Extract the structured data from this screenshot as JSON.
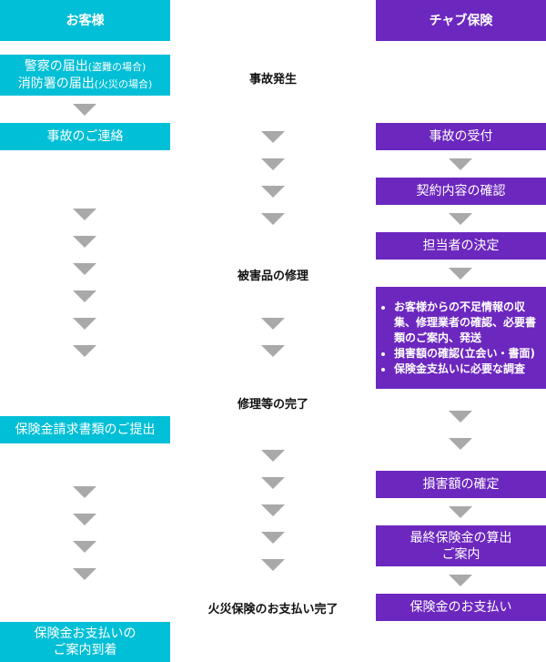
{
  "left": {
    "header": "お客様",
    "report_line1": "警察の届出",
    "report_note1": "(盗難の場合)",
    "report_line2": "消防署の届出",
    "report_note2": "(火災の場合)",
    "contact": "事故のご連絡",
    "claim_docs": "保険金請求書類のご提出",
    "payment_notice": [
      "保険金お支払いの",
      "ご案内到着"
    ]
  },
  "middle": {
    "accident": "事故発生",
    "repair": "被害品の修理",
    "repair_done": "修理等の完了",
    "payment_done": "火災保険のお支払い完了"
  },
  "right": {
    "header": "チャブ保険",
    "receipt": "事故の受付",
    "contract_check": "契約内容の確認",
    "assign": "担当者の決定",
    "tasks": [
      "お客様からの不足情報の収集、修理業者の確認、必要書類のご案内、発送",
      "損害額の確認(立会い・書面)",
      "保険金支払いに必要な調査"
    ],
    "damage_fixed": "損害額の確定",
    "final_calc": [
      "最終保険金の算出",
      "ご案内"
    ],
    "payment": "保険金のお支払い"
  },
  "colors": {
    "customer": "#00BFD6",
    "chubb": "#6C27BF",
    "arrow": "#A9A9A9"
  }
}
